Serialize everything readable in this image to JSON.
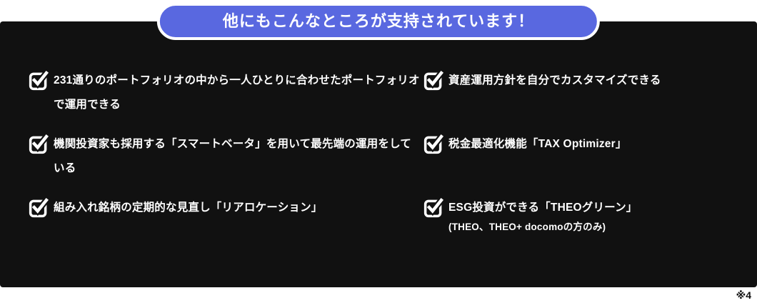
{
  "colors": {
    "background": "#ffffff",
    "panel": "#111111",
    "accent": "#5968e0",
    "text": "#ffffff",
    "footnote_text": "#111111"
  },
  "banner": {
    "title": "他にもこんなところが支持されています！"
  },
  "features": {
    "left": [
      {
        "lines": [
          "231通りのポートフォリオの中から一人ひとりに合わせたポートフォリオ",
          "で運用できる"
        ]
      },
      {
        "lines": [
          "機関投資家も採用する「スマートベータ」を用いて最先端の運用をして",
          "いる"
        ]
      },
      {
        "lines": [
          "組み入れ銘柄の定期的な見直し「リアロケーション」"
        ]
      }
    ],
    "right": [
      {
        "lines": [
          "資産運用方針を自分でカスタマイズできる"
        ]
      },
      {
        "lines": [
          "税金最適化機能「TAX Optimizer」"
        ]
      },
      {
        "lines": [
          "ESG投資ができる「THEOグリーン」"
        ],
        "note": "(THEO、THEO+ docomoの方のみ)"
      }
    ]
  },
  "footnote": "※4",
  "icons": {
    "checkbox": "checked-checkbox-icon"
  }
}
